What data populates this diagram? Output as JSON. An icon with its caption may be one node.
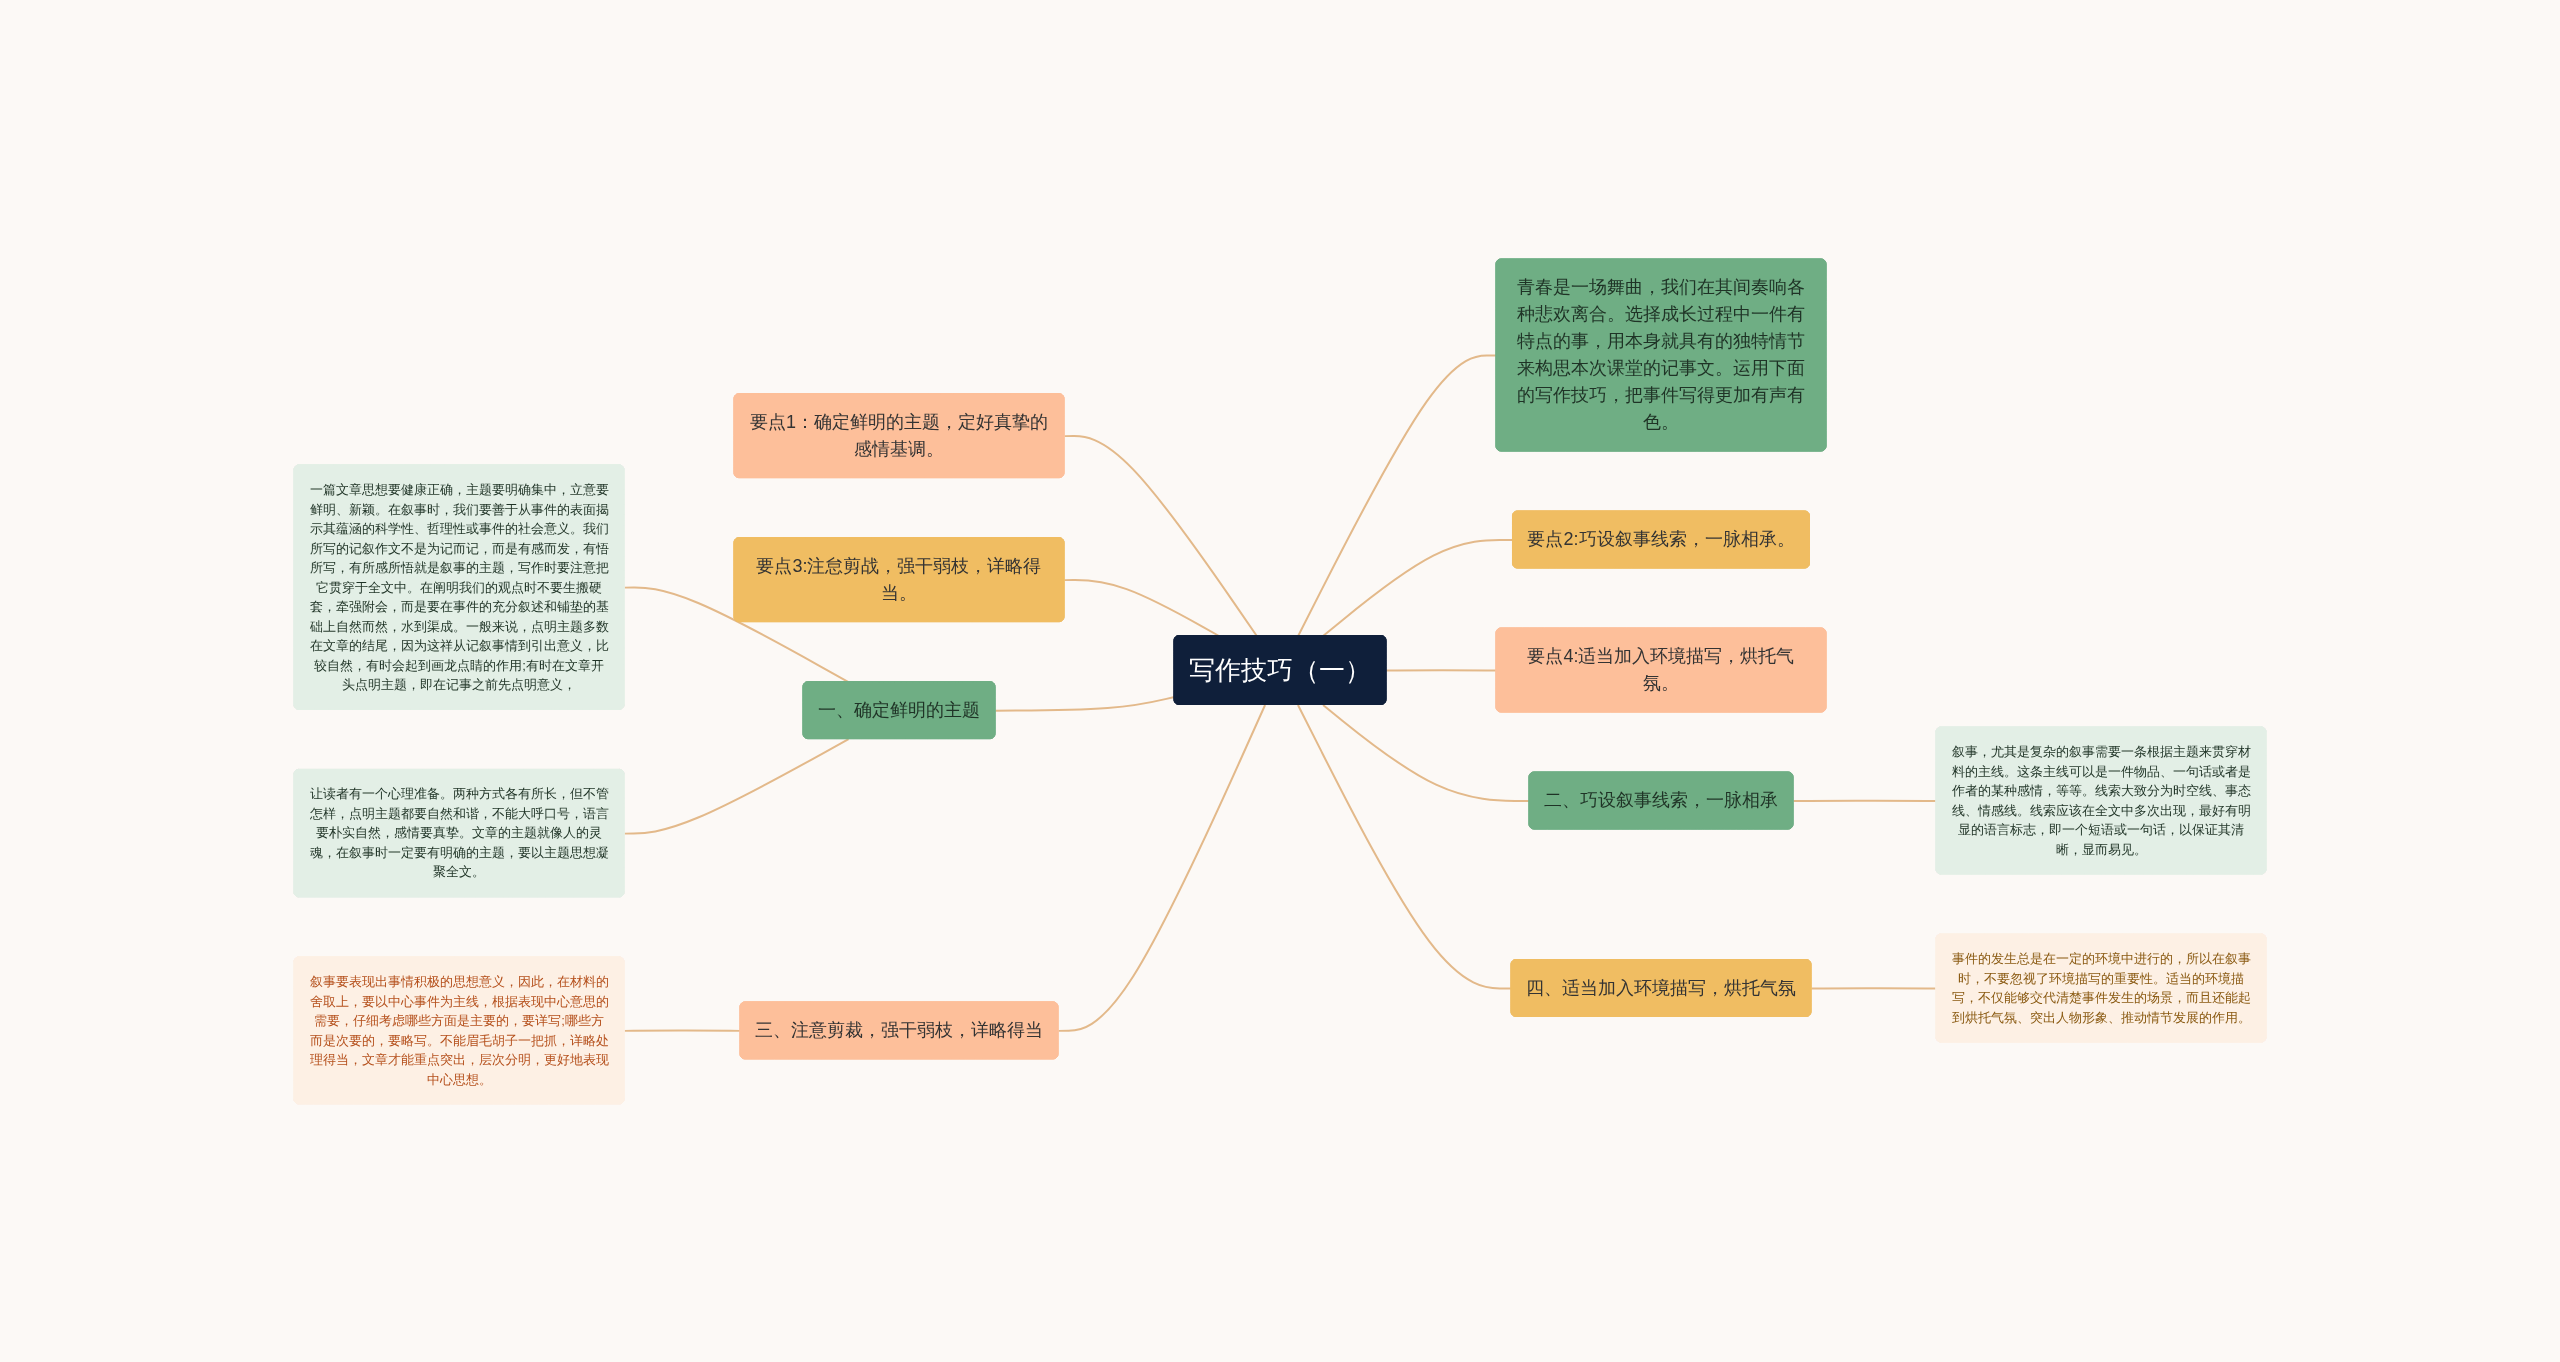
{
  "diagram": {
    "nodes": [
      {
        "text": [
          "写作技巧（一）"
        ]
      },
      {
        "text": [
          "要点1：确定鲜明的主题，定好真挚的感情基调。"
        ]
      },
      {
        "text": [
          "要点3:注怠剪战，强干弱枝，详略得当。"
        ]
      },
      {
        "text": [
          "一、确定鲜明的主题"
        ]
      },
      {
        "text": [
          "一篇文章思想要健康正确，主题要明确集中，立意要鲜明、新颖。在叙事时，我们要善于从事件的表面揭示其蕴涵的科学性、哲理性或事件的社会意义。我们所写的记叙作文不是为记而记，而是有感而发，有悟所写，有所感所悟就是叙事的主题，写作时要注意把它贯穿于全文中。在阐明我们的观点时不要生搬硬套，牵强附会，而是要在事件的充分叙述和铺垫的基础上自然而然，水到渠成。一般来说，点明主题多数在文章的结尾，因为这祥从记叙事情到引出意义，比较自然，有时会起到画龙点睛的作用;有时在文章开头点明主题，即在记事之前先点明意义，"
        ]
      },
      {
        "text": [
          "让读者有一个心理准备。两种方式各有所长，但不管怎样，点明主题都要自然和谐，不能大呼口号，语言要朴实自然，感情要真挚。文章的主题就像人的灵魂，在叙事时一定要有明确的主题，要以主题思想凝聚全文。"
        ]
      },
      {
        "text": [
          "三、注意剪裁，强干弱枝，详略得当"
        ]
      },
      {
        "text": [
          "叙事要表现出事情积极的思想意义，因此，在材料的舍取上，要以中心事件为主线，根据表现中心意思的需要，仔细考虑哪些方面是主要的，要详写;哪些方而是次要的，要略写。不能眉毛胡子一把抓，详略处理得当，文章才能重点突出，层次分明，更好地表现中心思想。"
        ]
      },
      {
        "text": [
          "青春是一场舞曲，我们在其间奏响各种悲欢离合。选择成长过程中一件有特点的事，用本身就具有的独特情节来构思本次课堂的记事文。运用下面的写作技巧，把事件写得更加有声有色。"
        ]
      },
      {
        "text": [
          "要点2:巧设叙事线索，一脉相承。"
        ]
      },
      {
        "text": [
          "要点4:适当加入环境描写，烘托气氛。"
        ]
      },
      {
        "text": [
          "二、巧设叙事线索，一脉相承"
        ]
      },
      {
        "text": [
          "叙事，尤其是复杂的叙事需要一条根据主题来贯穿材料的主线。这条主线可以是一件物品、一句话或者是作者的某种感情，等等。线索大致分为时空线、事态线、情感线。线索应该在全文中多次出现，最好有明显的语言标志，即一个短语或一句话，以保证其清晰，显而易见。"
        ]
      },
      {
        "text": [
          "四、适当加入环境描写，烘托气氛"
        ]
      },
      {
        "text": [
          "事件的发生总是在一定的环境中进行的，所以在叙事时，不要忽视了环境描写的重要性。适当的环境描写，不仅能够交代清楚事件发生的场景，而且还能起到烘托气氛、突出人物形象、推动情节发展的作用。"
        ]
      }
    ],
    "edges": [
      {
        "from": 1,
        "to": 0,
        "arrow": "none"
      },
      {
        "from": 2,
        "to": 0,
        "arrow": "none"
      },
      {
        "from": 3,
        "to": 0,
        "arrow": "none"
      },
      {
        "from": 4,
        "to": 3,
        "arrow": "none"
      },
      {
        "from": 5,
        "to": 3,
        "arrow": "none"
      },
      {
        "from": 6,
        "to": 0,
        "arrow": "none"
      },
      {
        "from": 7,
        "to": 6,
        "arrow": "none"
      },
      {
        "from": 0,
        "to": 8,
        "arrow": "none"
      },
      {
        "from": 0,
        "to": 9,
        "arrow": "none"
      },
      {
        "from": 0,
        "to": 10,
        "arrow": "none"
      },
      {
        "from": 0,
        "to": 11,
        "arrow": "none"
      },
      {
        "from": 11,
        "to": 12,
        "arrow": "none"
      },
      {
        "from": 0,
        "to": 13,
        "arrow": "none"
      },
      {
        "from": 13,
        "to": 14,
        "arrow": "none"
      }
    ]
  }
}
